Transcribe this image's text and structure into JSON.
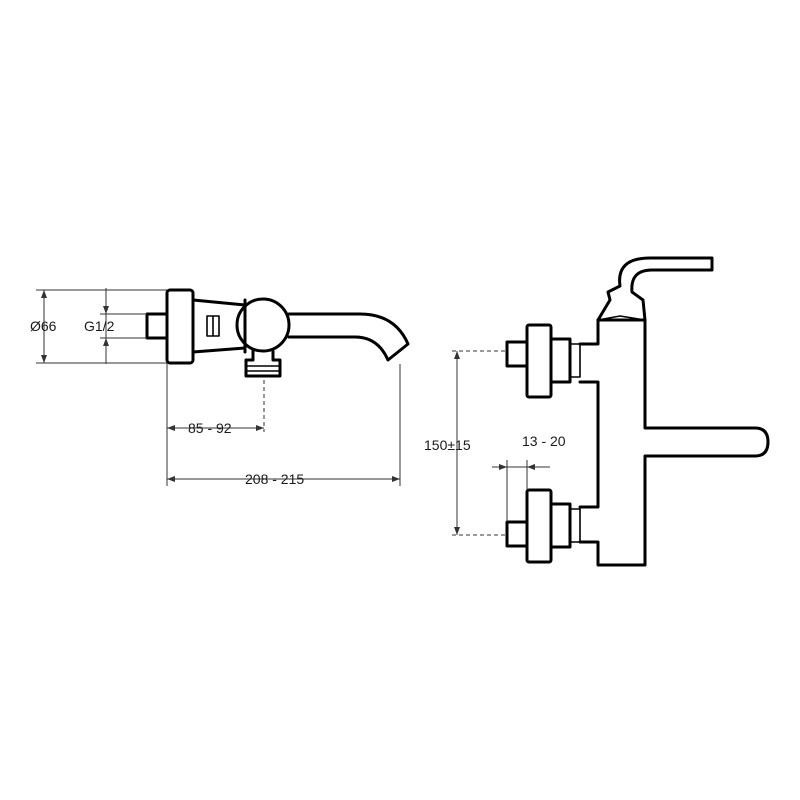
{
  "dimensions": {
    "diameter": "Ø66",
    "thread": "G1/2",
    "wall_to_outlet": "85 - 92",
    "total_length": "208 - 215",
    "inlet_spacing": "150±15",
    "offset": "13 - 20"
  }
}
